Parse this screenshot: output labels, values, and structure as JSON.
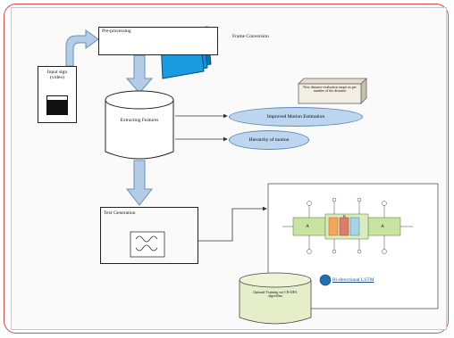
{
  "diagram": {
    "input_sign_label": "Input sign (video)",
    "preprocessing_label": "Pre-processing",
    "frame_conversion_label": "Frame Conversion",
    "extracting_features_label": "Extracting Features",
    "improved_motion_label": "Improved Motion Estimation",
    "hierarchy_motion_label": "Hierarchy of motion",
    "note_label": "New distance evaluation target as per number of the distance",
    "text_generation_label": "Text Generation",
    "lstm_label": "Bi-directional LSTM",
    "optimal_training_label": "Optimal Training via CN-DFA algorithm",
    "cell_a_left": "A",
    "cell_a_right": "A",
    "cell_b_mid": "B"
  },
  "colors": {
    "frame_border": "#d94a4a",
    "arrow_fill": "#b3cde8",
    "frames_blue": "#1a9ce0",
    "ellipse_fill": "#bcd6ef",
    "cylinder_green": "#e6edc9",
    "lstm_green": "#c9e3a3",
    "lstm_orange": "#f2a65a"
  }
}
